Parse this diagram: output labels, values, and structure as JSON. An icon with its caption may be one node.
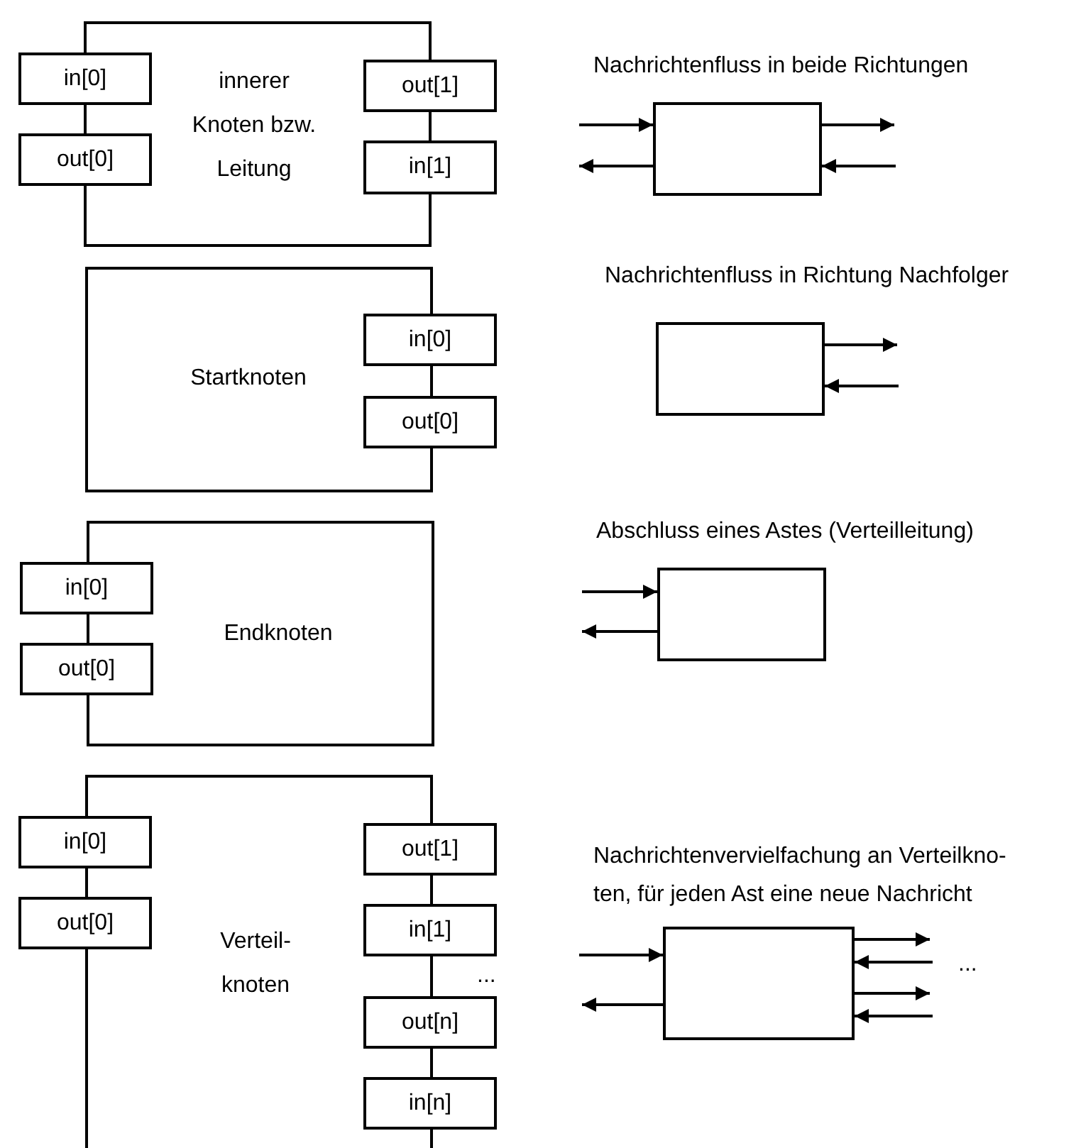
{
  "diagram": {
    "nodes": [
      {
        "text": [
          "innerer Knoten bzw. Leitung"
        ]
      },
      {
        "text": [
          "in[0]"
        ]
      },
      {
        "text": [
          "out[0]"
        ]
      },
      {
        "text": [
          "out[1]"
        ]
      },
      {
        "text": [
          "in[1]"
        ]
      },
      {
        "text": [
          "Startknoten"
        ]
      },
      {
        "text": [
          "in[0]"
        ]
      },
      {
        "text": [
          "out[0]"
        ]
      },
      {
        "text": [
          "Endknoten"
        ]
      },
      {
        "text": [
          "in[0]"
        ]
      },
      {
        "text": [
          "out[0]"
        ]
      },
      {
        "text": [
          "Verteil- knoten"
        ]
      },
      {
        "text": [
          "in[0]"
        ]
      },
      {
        "text": [
          "out[0]"
        ]
      },
      {
        "text": [
          "out[1]"
        ]
      },
      {
        "text": [
          "in[1]"
        ]
      },
      {
        "text": [
          "out[n]"
        ]
      },
      {
        "text": [
          "in[n]"
        ]
      },
      {
        "text": [],
        "shape": "box",
        "beside": [
          "Nachrichtenfluss in beide Richtungen"
        ]
      },
      {
        "text": [],
        "shape": "box",
        "beside": [
          "Nachrichtenfluss in Richtung Nachfolger"
        ]
      },
      {
        "text": [],
        "shape": "box",
        "beside": [
          "Abschluss eines Astes (Verteilleitung)"
        ]
      },
      {
        "text": [],
        "shape": "box",
        "beside": [
          "Nachrichtenvervielfachung an Verteilkno- ten, für jeden Ast eine neue Nachricht"
        ]
      }
    ],
    "edges": [
      {
        "from": null,
        "to": 18,
        "arrow": "to"
      },
      {
        "from": 18,
        "to": null,
        "arrow": "to"
      },
      {
        "from": 18,
        "to": null,
        "arrow": "to"
      },
      {
        "from": null,
        "to": 18,
        "arrow": "to"
      },
      {
        "from": 19,
        "to": null,
        "arrow": "to"
      },
      {
        "from": null,
        "to": 19,
        "arrow": "to"
      },
      {
        "from": null,
        "to": 20,
        "arrow": "to"
      },
      {
        "from": 20,
        "to": null,
        "arrow": "to"
      },
      {
        "from": null,
        "to": 21,
        "arrow": "to"
      },
      {
        "from": 21,
        "to": null,
        "arrow": "to"
      },
      {
        "from": 21,
        "to": null,
        "arrow": "to"
      },
      {
        "from": null,
        "to": 21,
        "arrow": "to"
      },
      {
        "from": 21,
        "to": null,
        "arrow": "to"
      },
      {
        "from": null,
        "to": 21,
        "arrow": "to"
      }
    ],
    "labels": [
      "...",
      "..."
    ]
  }
}
